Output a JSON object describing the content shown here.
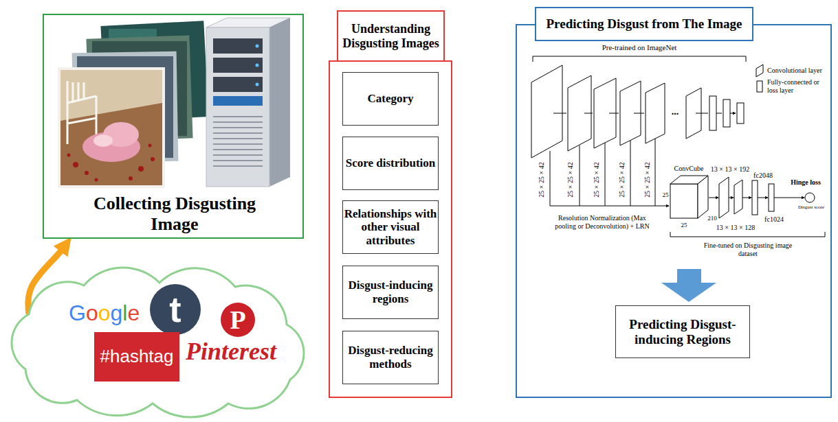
{
  "diagram": {
    "nodes": [
      {
        "text": [
          "Collecting Disgusting Image"
        ]
      },
      {
        "text": [
          "Google",
          "Pinterest"
        ]
      },
      {
        "text": [
          "t"
        ],
        "in": 1
      },
      {
        "text": [
          "#hashtag"
        ],
        "in": 1
      },
      {
        "text": [
          "P"
        ],
        "in": 1
      },
      {
        "text": [
          "Understanding Disgusting Images"
        ]
      },
      {
        "text": [
          "Category"
        ],
        "in": 5
      },
      {
        "text": [
          "Score distribution"
        ],
        "in": 5
      },
      {
        "text": [
          "Relationships with other visual attributes"
        ],
        "in": 5
      },
      {
        "text": [
          "Disgust-inducing regions"
        ],
        "in": 5
      },
      {
        "text": [
          "Disgust-reducing methods"
        ],
        "in": 5
      },
      {
        "text": [
          "Predicting Disgust from The Image"
        ]
      },
      {
        "text": [
          "Predicting Disgust-inducing Regions"
        ],
        "in": 11
      }
    ],
    "edges": [
      {
        "from": 1,
        "to": 0,
        "arrow": "to"
      }
    ],
    "labels": [
      "Pre-trained on ImageNet",
      "25 × 25 × 42",
      "25 × 25 × 42",
      "25 × 25 × 42",
      "25 × 25 × 42",
      "25 × 25 × 42",
      "...",
      "Resolution Normalization (Max pooling or Deconvolution) + LRN",
      "ConvCube",
      "25",
      "25",
      "210",
      "13 × 13 × 192",
      "13 × 13 × 128",
      "fc2048",
      "fc1024",
      "Hinge loss",
      "Disgust score",
      "Fine-tuned on Disgusting image dataset"
    ],
    "legend": [
      {
        "text": "Convolutional layer"
      },
      {
        "text": "Fully-connected or loss layer"
      }
    ]
  }
}
